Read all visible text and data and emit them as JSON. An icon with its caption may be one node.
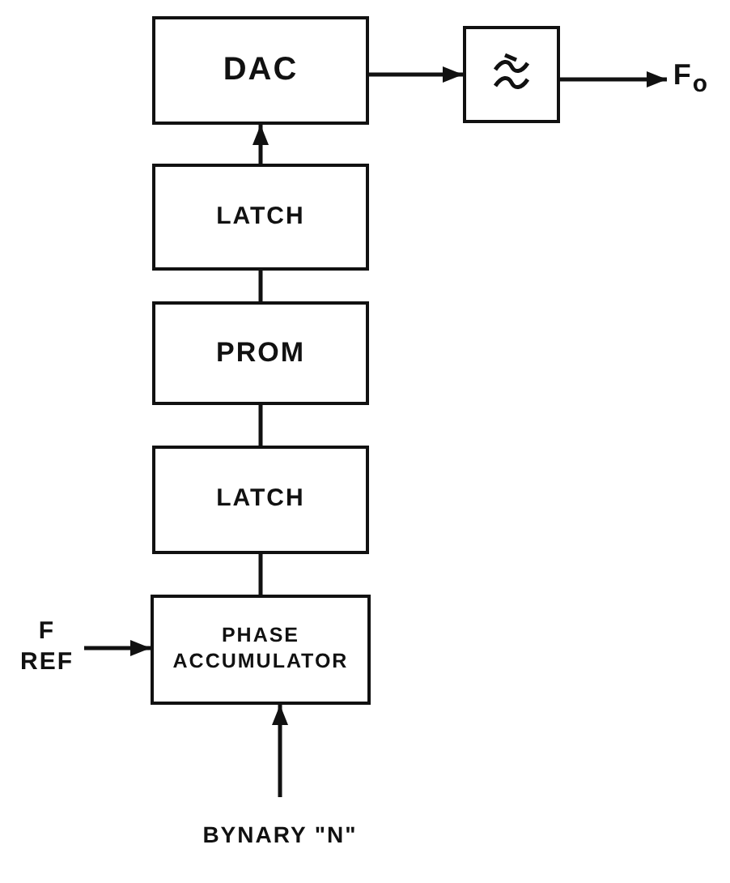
{
  "diagram": {
    "nodes": [
      {
        "text": [
          "DAC"
        ]
      },
      {
        "text": [],
        "shape": "box"
      },
      {
        "text": [
          "F$_{o}$"
        ]
      },
      {
        "text": [
          "LATCH"
        ]
      },
      {
        "text": [
          "PROM"
        ]
      },
      {
        "text": [
          "LATCH"
        ]
      },
      {
        "text": [
          "PHASE ACCUMULATOR"
        ]
      },
      {
        "text": [
          "F REF"
        ]
      },
      {
        "text": [
          "BYNARY \"N\""
        ]
      }
    ],
    "edges": [
      {
        "from": 0,
        "to": 1,
        "arrow": "to"
      },
      {
        "from": 1,
        "to": 2,
        "arrow": "to"
      },
      {
        "from": 3,
        "to": 0,
        "arrow": "to"
      },
      {
        "from": 4,
        "to": 3,
        "arrow": "none"
      },
      {
        "from": 5,
        "to": 4,
        "arrow": "none"
      },
      {
        "from": 6,
        "to": 5,
        "arrow": "none"
      },
      {
        "from": 7,
        "to": 6,
        "arrow": "to"
      },
      {
        "from": 8,
        "to": 6,
        "arrow": "to"
      }
    ]
  }
}
